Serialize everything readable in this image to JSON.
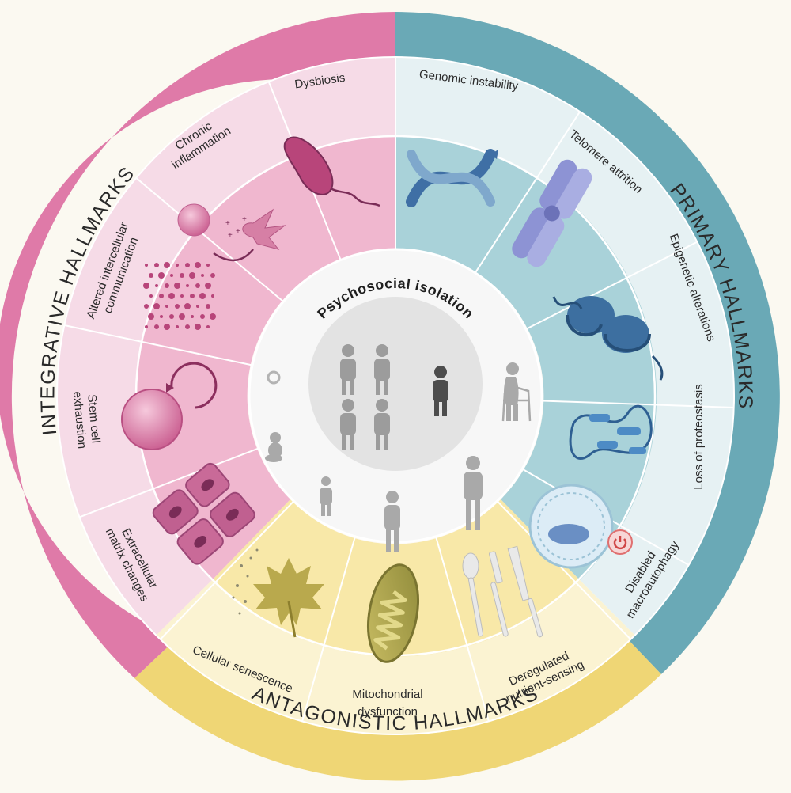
{
  "center": {
    "title": "Psychosocial isolation"
  },
  "groups": [
    {
      "id": "primary",
      "title": "PRIMARY HALLMARKS",
      "color": "#6aa9b6"
    },
    {
      "id": "antagonistic",
      "title": "ANTAGONISTIC HALLMARKS",
      "color": "#efd675"
    },
    {
      "id": "integrative",
      "title": "INTEGRATIVE HALLMARKS",
      "color": "#df7aa8"
    }
  ],
  "hallmarks": [
    {
      "group": "primary",
      "lines": [
        "Genomic instability"
      ],
      "icon": "dna-icon"
    },
    {
      "group": "primary",
      "lines": [
        "Telomere attrition"
      ],
      "icon": "chromosome-icon"
    },
    {
      "group": "primary",
      "lines": [
        "Epigenetic alterations"
      ],
      "icon": "nucleosome-icon"
    },
    {
      "group": "primary",
      "lines": [
        "Loss of proteostasis"
      ],
      "icon": "protein-icon"
    },
    {
      "group": "primary",
      "lines": [
        "Disabled",
        "macroautophagy"
      ],
      "icon": "autophagosome-icon"
    },
    {
      "group": "antagonistic",
      "lines": [
        "Deregulated",
        "nutrient-sensing"
      ],
      "icon": "cutlery-icon"
    },
    {
      "group": "antagonistic",
      "lines": [
        "Mitochondrial",
        "dysfunction"
      ],
      "icon": "mitochondrion-icon"
    },
    {
      "group": "antagonistic",
      "lines": [
        "Cellular senescence"
      ],
      "icon": "withered-leaf-icon"
    },
    {
      "group": "integrative",
      "lines": [
        "Extracellular",
        "matrix changes"
      ],
      "icon": "extracellular-matrix-icon"
    },
    {
      "group": "integrative",
      "lines": [
        "Stem cell",
        "exhaustion"
      ],
      "icon": "stem-cell-icon"
    },
    {
      "group": "integrative",
      "lines": [
        "Altered intercellular",
        "communication"
      ],
      "icon": "signaling-dots-icon"
    },
    {
      "group": "integrative",
      "lines": [
        "Chronic",
        "inflammation"
      ],
      "icon": "inflamed-cell-icon"
    },
    {
      "group": "integrative",
      "lines": [
        "Dysbiosis"
      ],
      "icon": "bacterium-icon"
    }
  ]
}
